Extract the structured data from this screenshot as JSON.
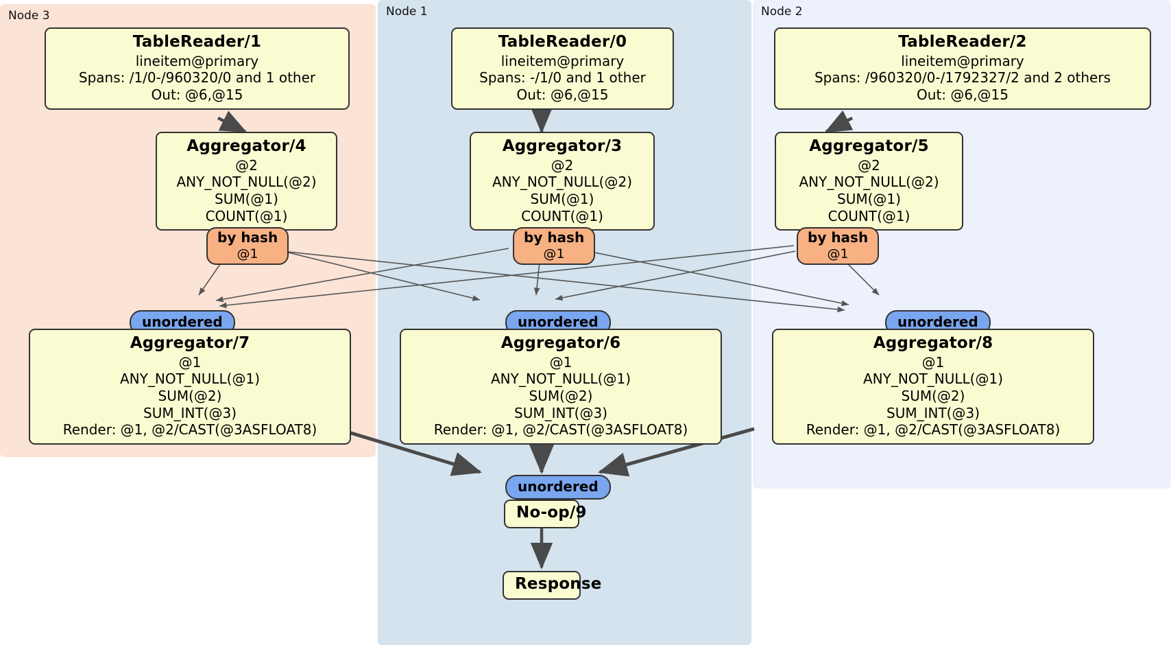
{
  "diagram": {
    "type": "distributed-query-plan",
    "panels": [
      {
        "id": "node3",
        "label": "Node 3",
        "color": "#fbe3d6"
      },
      {
        "id": "node1",
        "label": "Node 1",
        "color": "#d4e3ed"
      },
      {
        "id": "node2",
        "label": "Node 2",
        "color": "#ecf1fb"
      }
    ],
    "colors": {
      "box_fill": "#fbfbd2",
      "box_stroke": "#333333",
      "hash_router": "#f7b183",
      "unordered_router": "#7aa6f0",
      "edge": "#444444"
    },
    "processors": {
      "table_reader_1": {
        "title": "TableReader/1",
        "lines": [
          "lineitem@primary",
          "Spans: /1/0-/960320/0 and 1 other",
          "Out: @6,@15"
        ]
      },
      "table_reader_0": {
        "title": "TableReader/0",
        "lines": [
          "lineitem@primary",
          "Spans: -/1/0 and 1 other",
          "Out: @6,@15"
        ]
      },
      "table_reader_2": {
        "title": "TableReader/2",
        "lines": [
          "lineitem@primary",
          "Spans: /960320/0-/1792327/2 and 2 others",
          "Out: @6,@15"
        ]
      },
      "aggregator_4": {
        "title": "Aggregator/4",
        "lines": [
          "@2",
          "ANY_NOT_NULL(@2)",
          "SUM(@1)",
          "COUNT(@1)"
        ]
      },
      "aggregator_3": {
        "title": "Aggregator/3",
        "lines": [
          "@2",
          "ANY_NOT_NULL(@2)",
          "SUM(@1)",
          "COUNT(@1)"
        ]
      },
      "aggregator_5": {
        "title": "Aggregator/5",
        "lines": [
          "@2",
          "ANY_NOT_NULL(@2)",
          "SUM(@1)",
          "COUNT(@1)"
        ]
      },
      "aggregator_7": {
        "title": "Aggregator/7",
        "lines": [
          "@1",
          "ANY_NOT_NULL(@1)",
          "SUM(@2)",
          "SUM_INT(@3)",
          "Render: @1, @2/CAST(@3ASFLOAT8)"
        ]
      },
      "aggregator_6": {
        "title": "Aggregator/6",
        "lines": [
          "@1",
          "ANY_NOT_NULL(@1)",
          "SUM(@2)",
          "SUM_INT(@3)",
          "Render: @1, @2/CAST(@3ASFLOAT8)"
        ]
      },
      "aggregator_8": {
        "title": "Aggregator/8",
        "lines": [
          "@1",
          "ANY_NOT_NULL(@1)",
          "SUM(@2)",
          "SUM_INT(@3)",
          "Render: @1, @2/CAST(@3ASFLOAT8)"
        ]
      },
      "noop_9": {
        "title": "No-op/9"
      },
      "response": {
        "title": "Response"
      }
    },
    "routers": {
      "hash_left": {
        "title": "by hash",
        "subtitle": "@1"
      },
      "hash_mid": {
        "title": "by hash",
        "subtitle": "@1"
      },
      "hash_right": {
        "title": "by hash",
        "subtitle": "@1"
      },
      "unordered_left": {
        "title": "unordered"
      },
      "unordered_mid": {
        "title": "unordered"
      },
      "unordered_right": {
        "title": "unordered"
      },
      "unordered_final": {
        "title": "unordered"
      }
    }
  }
}
